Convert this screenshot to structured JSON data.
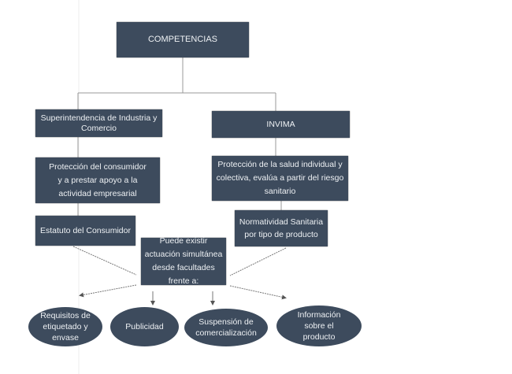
{
  "root": "COMPETENCIAS",
  "branches": {
    "sic": {
      "title": "Superintendencia de Industria y Comercio",
      "role": "Protección del consumidor y a prestar apoyo a la actividad empresarial",
      "norm": "Estatuto del Consumidor"
    },
    "invima": {
      "title": "INVIMA",
      "role": "Protección de la salud individual y colectiva, evalúa a partir del riesgo sanitario",
      "norm": "Normatividad Sanitaria por tipo de producto"
    }
  },
  "center": "Puede existir actuación simultánea desde facultades frente a:",
  "outcomes": [
    "Requisitos de etiquetado y envase",
    "Publicidad",
    "Suspensión de comercialización",
    "Información sobre el producto"
  ],
  "colors": {
    "box": "#3d4b5d",
    "text": "#eef1f4",
    "line": "#888888"
  }
}
